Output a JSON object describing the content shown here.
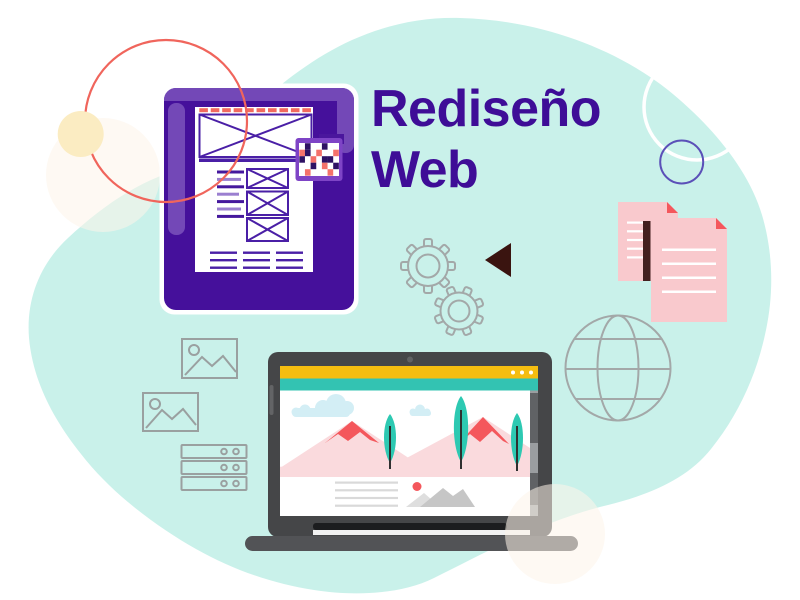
{
  "title": {
    "line1": "Rediseño",
    "line2": "Web"
  },
  "palette": {
    "background": "#ffffff",
    "blob_teal": "#c9f1ea",
    "title_purple": "#3e0d97",
    "tablet_purple_dark": "#45109b",
    "tablet_purple_mid": "#7348b7",
    "wireframe_stroke": "#4a1fa6",
    "wireframe_lavender": "#9b7fd0",
    "coral": "#f2695f",
    "red_accent": "#f4575c",
    "doc_pink": "#f9c9cd",
    "doc_spine_maroon": "#43201f",
    "mountain_pink": "#fadadd",
    "tree_teal": "#2dc9b2",
    "cloud_blue": "#d3eef5",
    "browser_yellow": "#f5bd10",
    "browser_teal": "#33c3b2",
    "laptop_gray": "#454648",
    "laptop_base_gray": "#525356",
    "outline_gray": "#9aa0a0",
    "pale_yellow_circle": "#fbecc2",
    "red_circle_outline": "#f0655c",
    "purple_circle_outline": "#5b50b8",
    "triangle_maroon": "#3a1410"
  },
  "tablet": {
    "dash_segments": 10,
    "checker": {
      "rows": [
        "wdwwdww",
        "rdwrwwr",
        "dwrwddw",
        "wwdwrwd",
        "wrwwwrw"
      ],
      "colors": {
        "w": "#ffffff",
        "d": "#2e1163",
        "r": "#f4726b"
      }
    }
  }
}
